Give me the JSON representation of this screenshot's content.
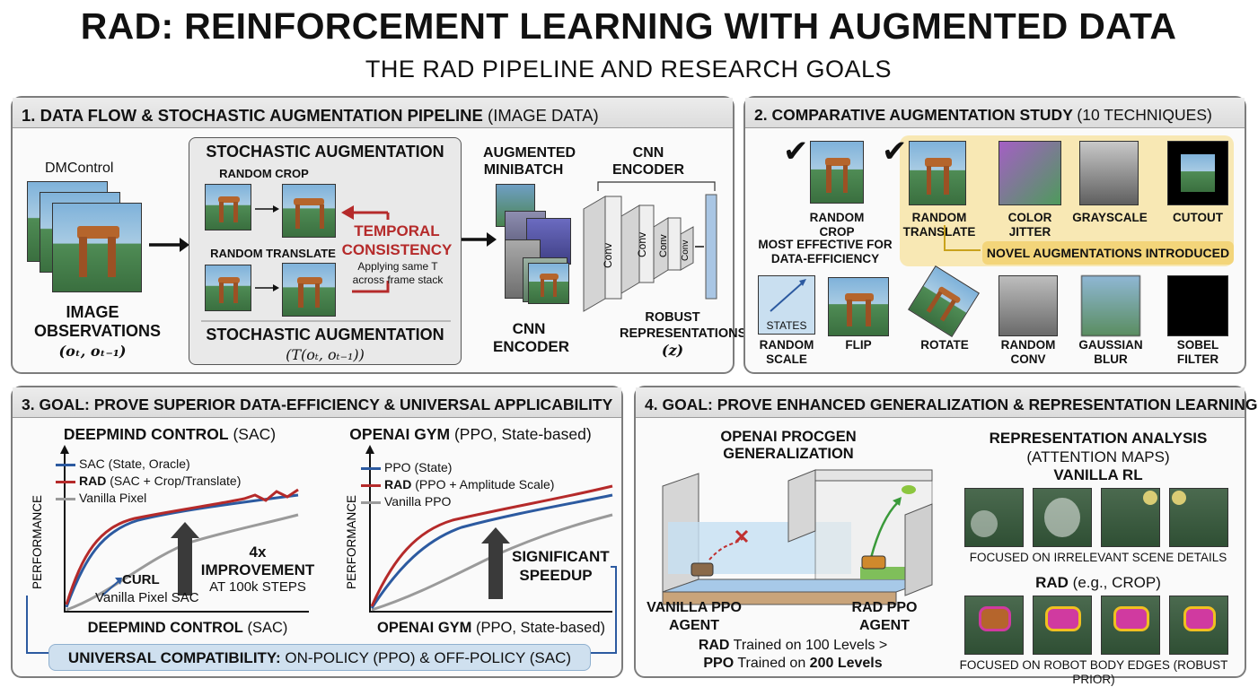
{
  "header": {
    "title": "RAD: REINFORCEMENT LEARNING WITH AUGMENTED DATA",
    "subtitle": "THE RAD PIPELINE AND RESEARCH GOALS"
  },
  "panel1": {
    "heading_bold": "1. DATA FLOW & STOCHASTIC AUGMENTATION PIPELINE",
    "heading_normal": "(IMAGE DATA)",
    "source_label": "DMControl",
    "obs_label": "IMAGE OBSERVATIONS",
    "obs_math": "(oₜ, oₜ₋₁)",
    "aug_title": "STOCHASTIC AUGMENTATION",
    "random_crop": "RANDOM CROP",
    "random_translate": "RANDOM TRANSLATE",
    "temporal_title": "TEMPORAL CONSISTENCY",
    "temporal_desc": "Applying same T across frame stack",
    "aug_bottom_title": "STOCHASTIC AUGMENTATION",
    "aug_math": "(T(oₜ, oₜ₋₁))",
    "minibatch_label": "AUGMENTED MINIBATCH",
    "cnn_top": "CNN ENCODER",
    "cnn_bottom": "CNN ENCODER",
    "conv": "Conv",
    "robust_label": "ROBUST REPRESENTATIONS",
    "robust_math": "(z)"
  },
  "panel2": {
    "heading_bold": "2. COMPARATIVE AUGMENTATION STUDY",
    "heading_normal": "(10 TECHNIQUES)",
    "row1": [
      "RANDOM CROP",
      "RANDOM TRANSLATE",
      "COLOR JITTER",
      "GRAYSCALE",
      "CUTOUT"
    ],
    "row2": [
      "RANDOM SCALE",
      "FLIP",
      "ROTATE",
      "RANDOM CONV",
      "GAUSSIAN BLUR",
      "SOBEL FILTER"
    ],
    "crop_note": "MOST EFFECTIVE FOR DATA-EFFICIENCY",
    "novel_note": "NOVEL AUGMENTATIONS INTRODUCED",
    "states_label": "STATES",
    "check": "✔"
  },
  "panel3": {
    "heading": "3. GOAL: PROVE SUPERIOR DATA-EFFICIENCY & UNIVERSAL APPLICABILITY",
    "left_title_bold": "DEEPMIND CONTROL",
    "left_title_normal": "(SAC)",
    "right_title_bold": "OPENAI GYM",
    "right_title_normal": "(PPO, State-based)",
    "ylabel": "PERFORMANCE",
    "left_legend": [
      {
        "bold": "",
        "text": "SAC (State, Oracle)",
        "color": "#2c5aa0"
      },
      {
        "bold": "RAD",
        "text": " (SAC + Crop/Translate)",
        "color": "#b52a2a"
      },
      {
        "bold": "",
        "text": "Vanilla Pixel",
        "color": "#9a9a9a"
      }
    ],
    "right_legend": [
      {
        "bold": "",
        "text": "PPO (State)",
        "color": "#2c5aa0"
      },
      {
        "bold": "RAD",
        "text": " (PPO + Amplitude Scale)",
        "color": "#b52a2a"
      },
      {
        "bold": "",
        "text": "Vanilla PPO",
        "color": "#9a9a9a"
      }
    ],
    "improvement_bold": "4x IMPROVEMENT",
    "improvement_sub": "AT 100k STEPS",
    "curl": "CURL",
    "vanilla_sac": "Vanilla Pixel SAC",
    "speedup": "SIGNIFICANT SPEEDUP",
    "left_xlabel_bold": "DEEPMIND CONTROL",
    "left_xlabel_normal": "(SAC)",
    "right_xlabel_bold": "OPENAI GYM",
    "right_xlabel_normal": "(PPO, State-based)",
    "compat_bold": "UNIVERSAL COMPATIBILITY:",
    "compat_normal": "ON-POLICY (PPO) & OFF-POLICY (SAC)"
  },
  "panel4": {
    "heading": "4. GOAL: PROVE ENHANCED GENERALIZATION & REPRESENTATION LEARNING",
    "procgen_title": "OPENAI PROCGEN GENERALIZATION",
    "vanilla_agent": "VANILLA PPO AGENT",
    "rad_agent": "RAD PPO AGENT",
    "rad_line1_bold": "RAD",
    "rad_line1": " Trained on 100 Levels >",
    "rad_line2_bold1": "PPO",
    "rad_line2": " Trained on ",
    "rad_line2_bold2": "200 Levels",
    "repr_title_bold": "REPRESENTATION ANALYSIS",
    "repr_title_normal": "(ATTENTION MAPS)",
    "vanilla_rl": "VANILLA RL",
    "vanilla_caption": "FOCUSED ON IRRELEVANT SCENE DETAILS",
    "rad_bold": "RAD",
    "rad_normal": "(e.g., CROP)",
    "rad_caption": "FOCUSED ON ROBOT BODY EDGES (ROBUST PRIOR)"
  }
}
